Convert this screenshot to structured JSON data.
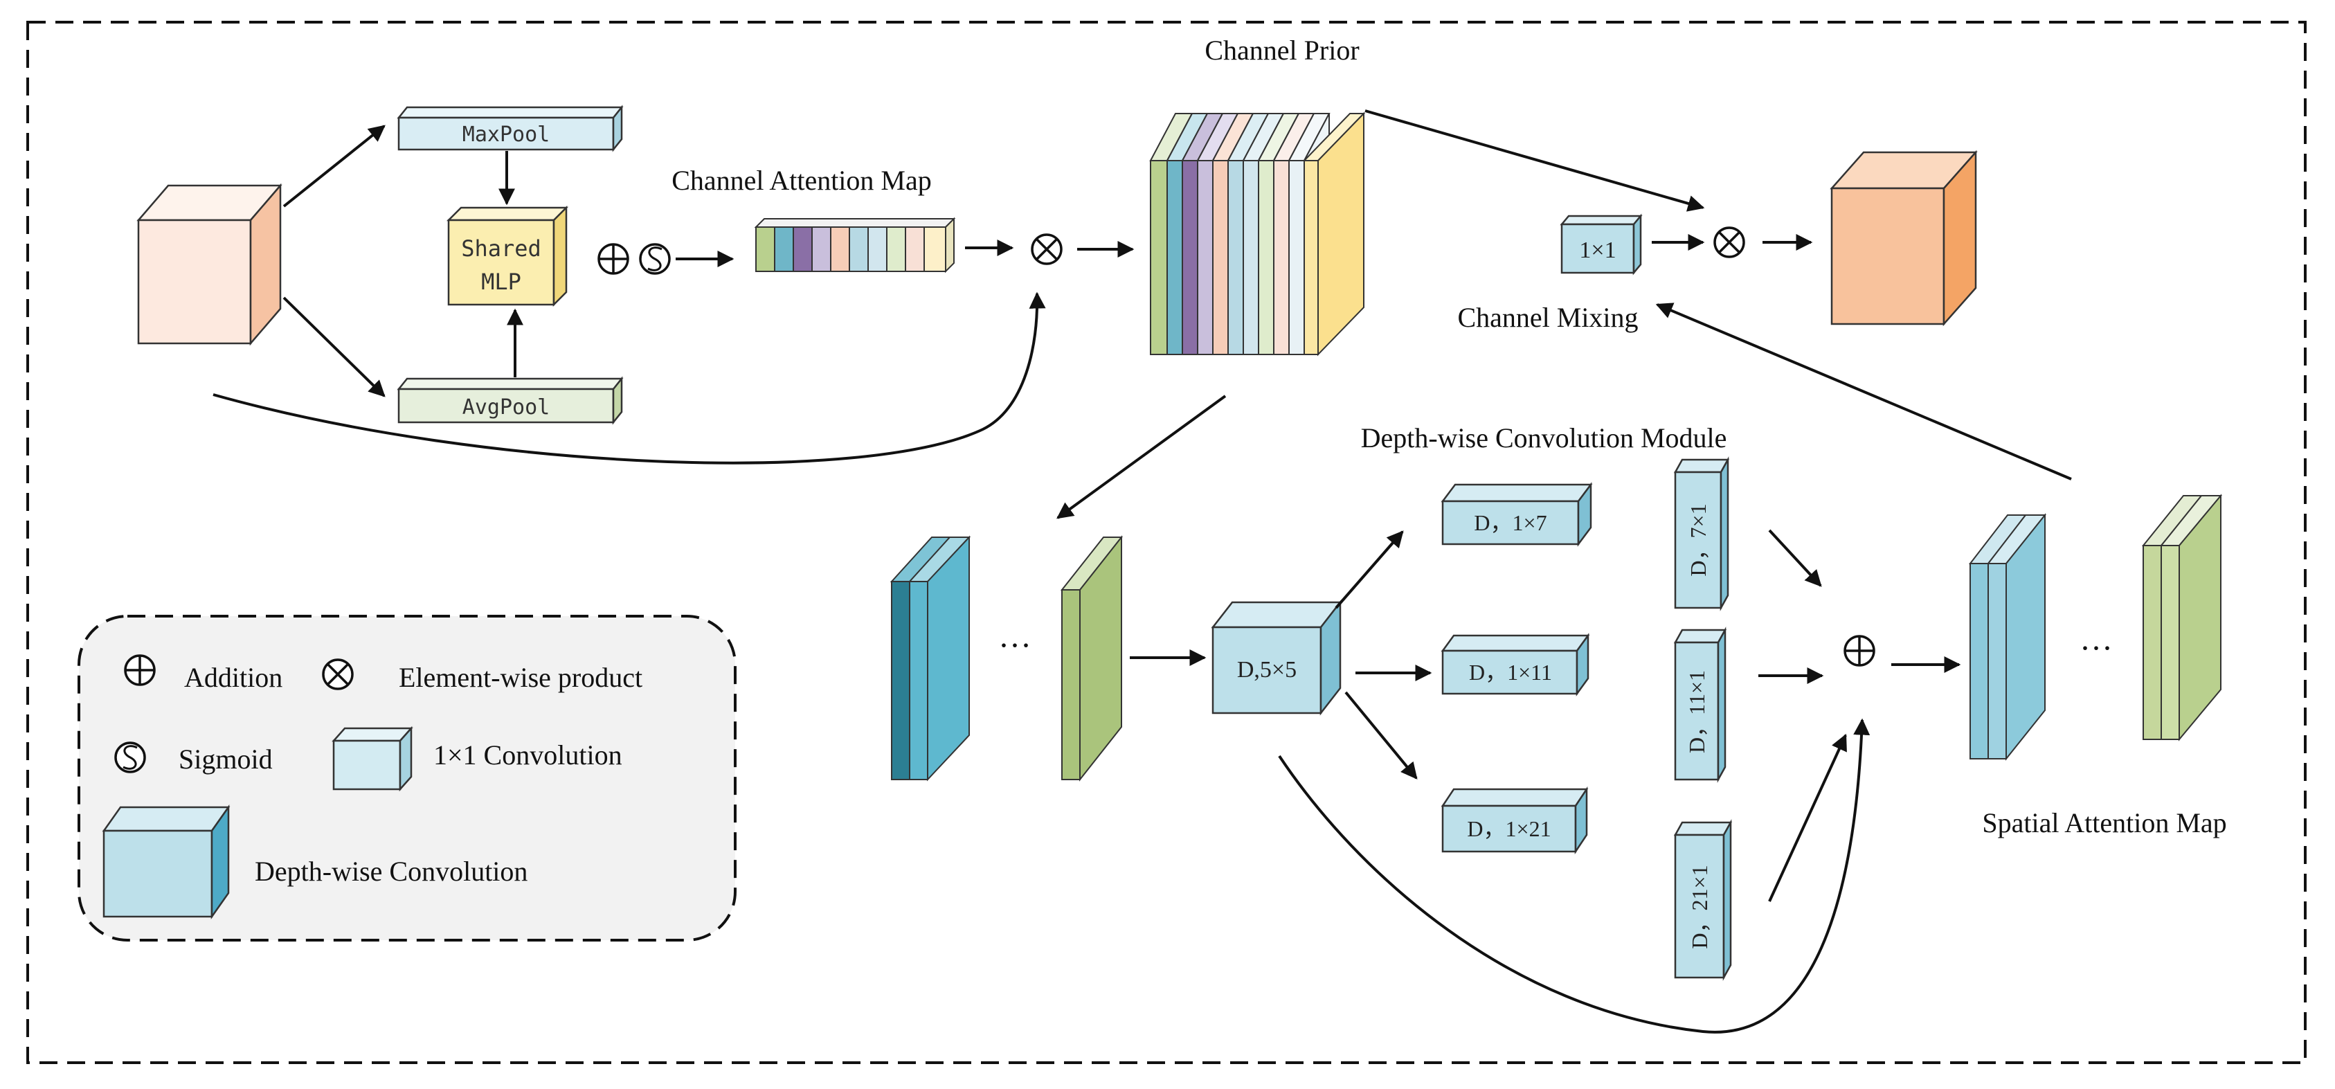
{
  "title": "Channel Prior",
  "channel_branch": {
    "maxpool_label": "MaxPool",
    "avgpool_label": "AvgPool",
    "mlp_label_line1": "Shared",
    "mlp_label_line2": "MLP",
    "attention_map_label": "Channel Attention Map"
  },
  "channel_mixing": {
    "conv_label": "1×1",
    "label": "Channel Mixing"
  },
  "depthwise": {
    "module_label": "Depth-wise Convolution Module",
    "dw_label": "D,5×5",
    "row_labels": [
      "D，1×7",
      "D，1×11",
      "D，1×21"
    ],
    "col_labels": [
      "D，7×1",
      "D，11×1",
      "D，21×1"
    ],
    "ellipsis": "···"
  },
  "spatial": {
    "label": "Spatial Attention Map",
    "ellipsis": "···"
  },
  "legend": {
    "addition": "Addition",
    "elementwise": "Element-wise product",
    "sigmoid": "Sigmoid",
    "conv1x1": "1×1 Convolution",
    "depthwise": "Depth-wise Convolution"
  },
  "colors": {
    "input_front": "#fde9df",
    "input_side": "#f6c3a3",
    "output_front": "#f8c29c",
    "output_side": "#f4a465",
    "maxpool_fill": "#d9edf4",
    "avgpool_fill": "#e6efdc",
    "mlp_fill": "#fbeeb0",
    "conv_fill": "#bde0ea",
    "teal": "#5eb8cf",
    "green": "#aac47c",
    "legend_bg": "#f2f2f2"
  }
}
